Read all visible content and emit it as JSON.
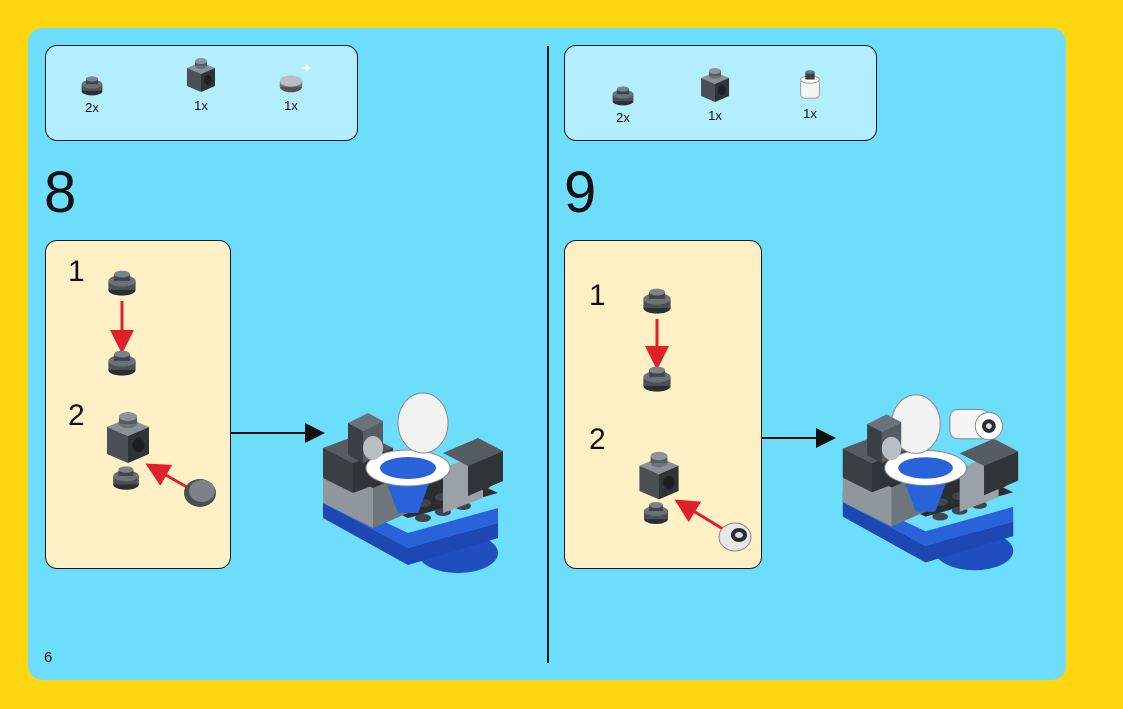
{
  "page": {
    "number": "6"
  },
  "colors": {
    "background": "#FFD60F",
    "panel": "#6CDDFA",
    "parts_box": "#B3EEFF",
    "sub_box": "#FFF0C6",
    "arrow_red": "#E0202A",
    "brick_blue": "#2962D9",
    "brick_dark_gray": "#3A3F44",
    "brick_light_gray": "#9AA2A8"
  },
  "steps": [
    {
      "number": "8",
      "parts": [
        {
          "icon": "round-plate-dark-gray-icon",
          "qty": "2x"
        },
        {
          "icon": "brick-side-stud-dark-gray-icon",
          "qty": "1x"
        },
        {
          "icon": "round-tile-light-gray-icon",
          "qty": "1x"
        }
      ],
      "substeps": [
        {
          "number": "1",
          "icon": "stack-round-plates-icon"
        },
        {
          "number": "2",
          "icon": "attach-round-tile-icon"
        }
      ]
    },
    {
      "number": "9",
      "parts": [
        {
          "icon": "round-plate-dark-gray-icon",
          "qty": "2x"
        },
        {
          "icon": "brick-side-stud-dark-gray-icon",
          "qty": "1x"
        },
        {
          "icon": "white-cylinder-icon",
          "qty": "1x"
        }
      ],
      "substeps": [
        {
          "number": "1",
          "icon": "stack-round-plates-icon"
        },
        {
          "number": "2",
          "icon": "attach-white-cylinder-icon"
        }
      ]
    }
  ]
}
